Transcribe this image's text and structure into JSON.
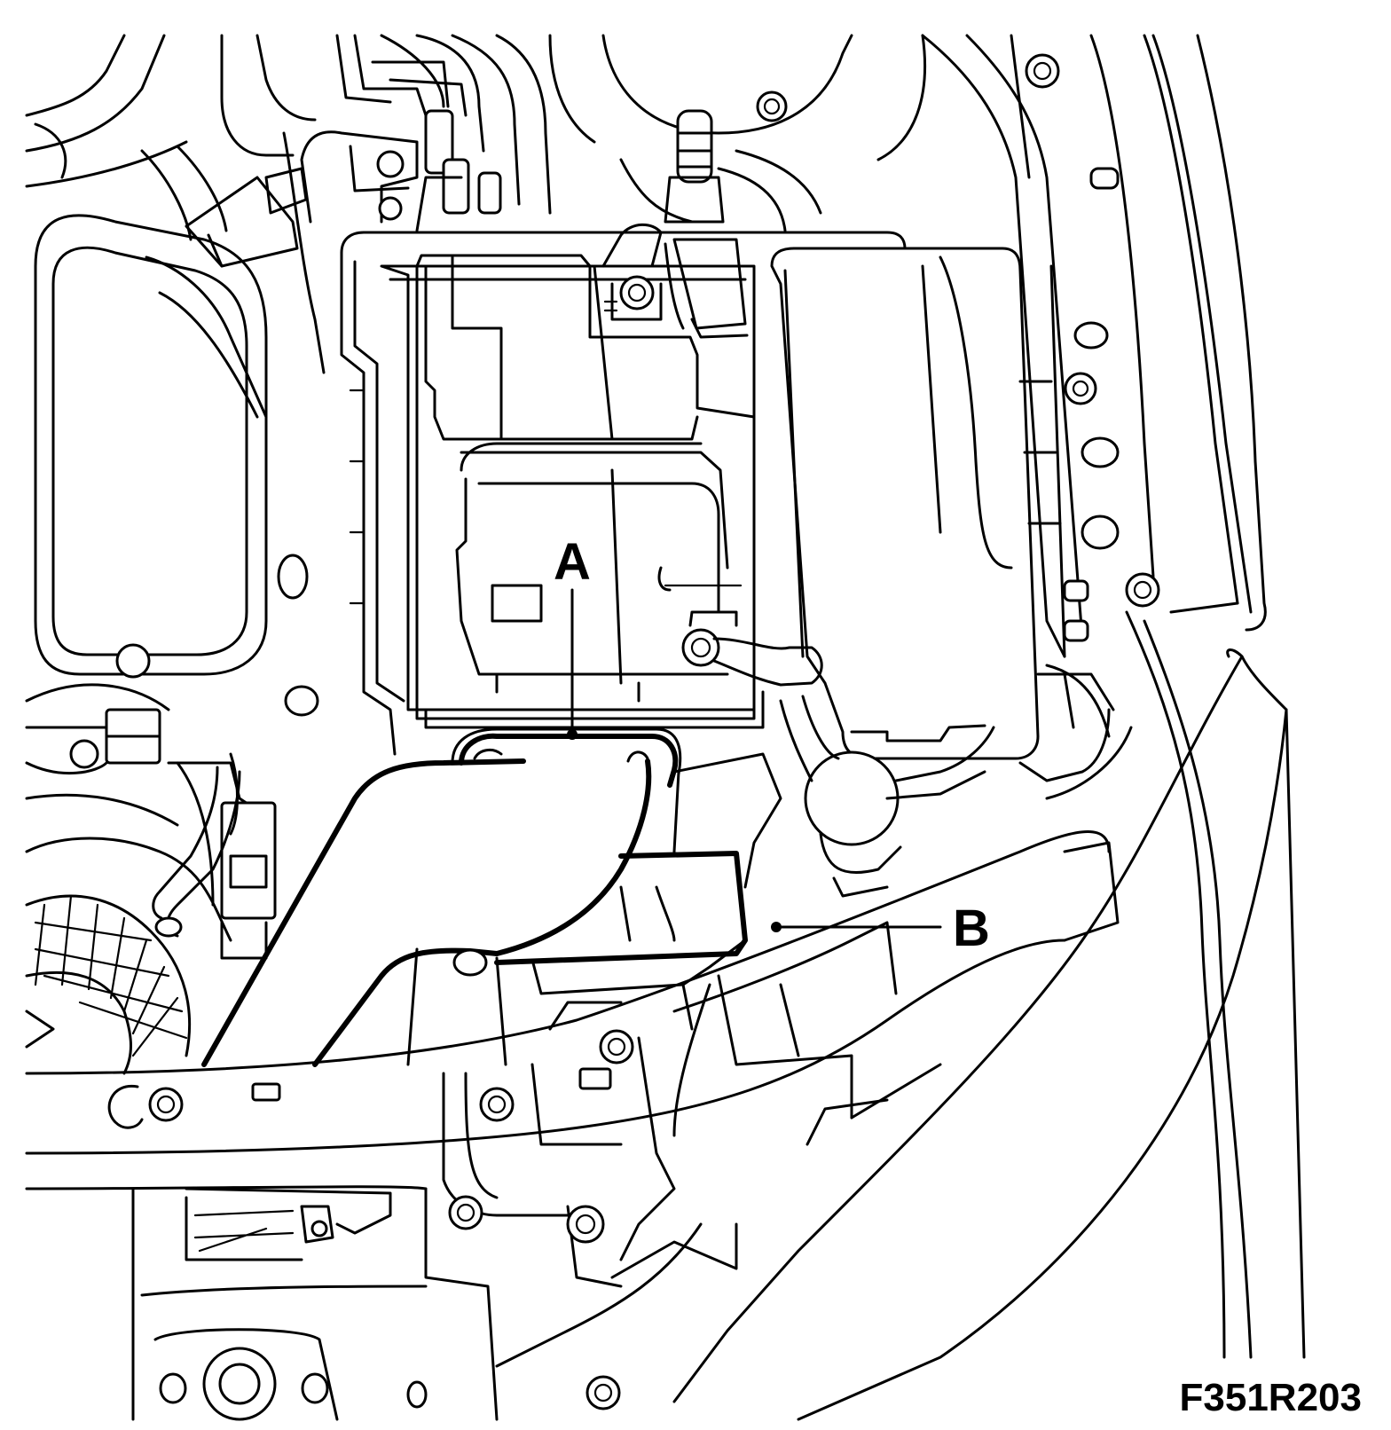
{
  "callouts": {
    "a": "A",
    "b": "B"
  },
  "figure_code": "F351R203",
  "colors": {
    "ink": "#000000",
    "paper": "#ffffff"
  }
}
